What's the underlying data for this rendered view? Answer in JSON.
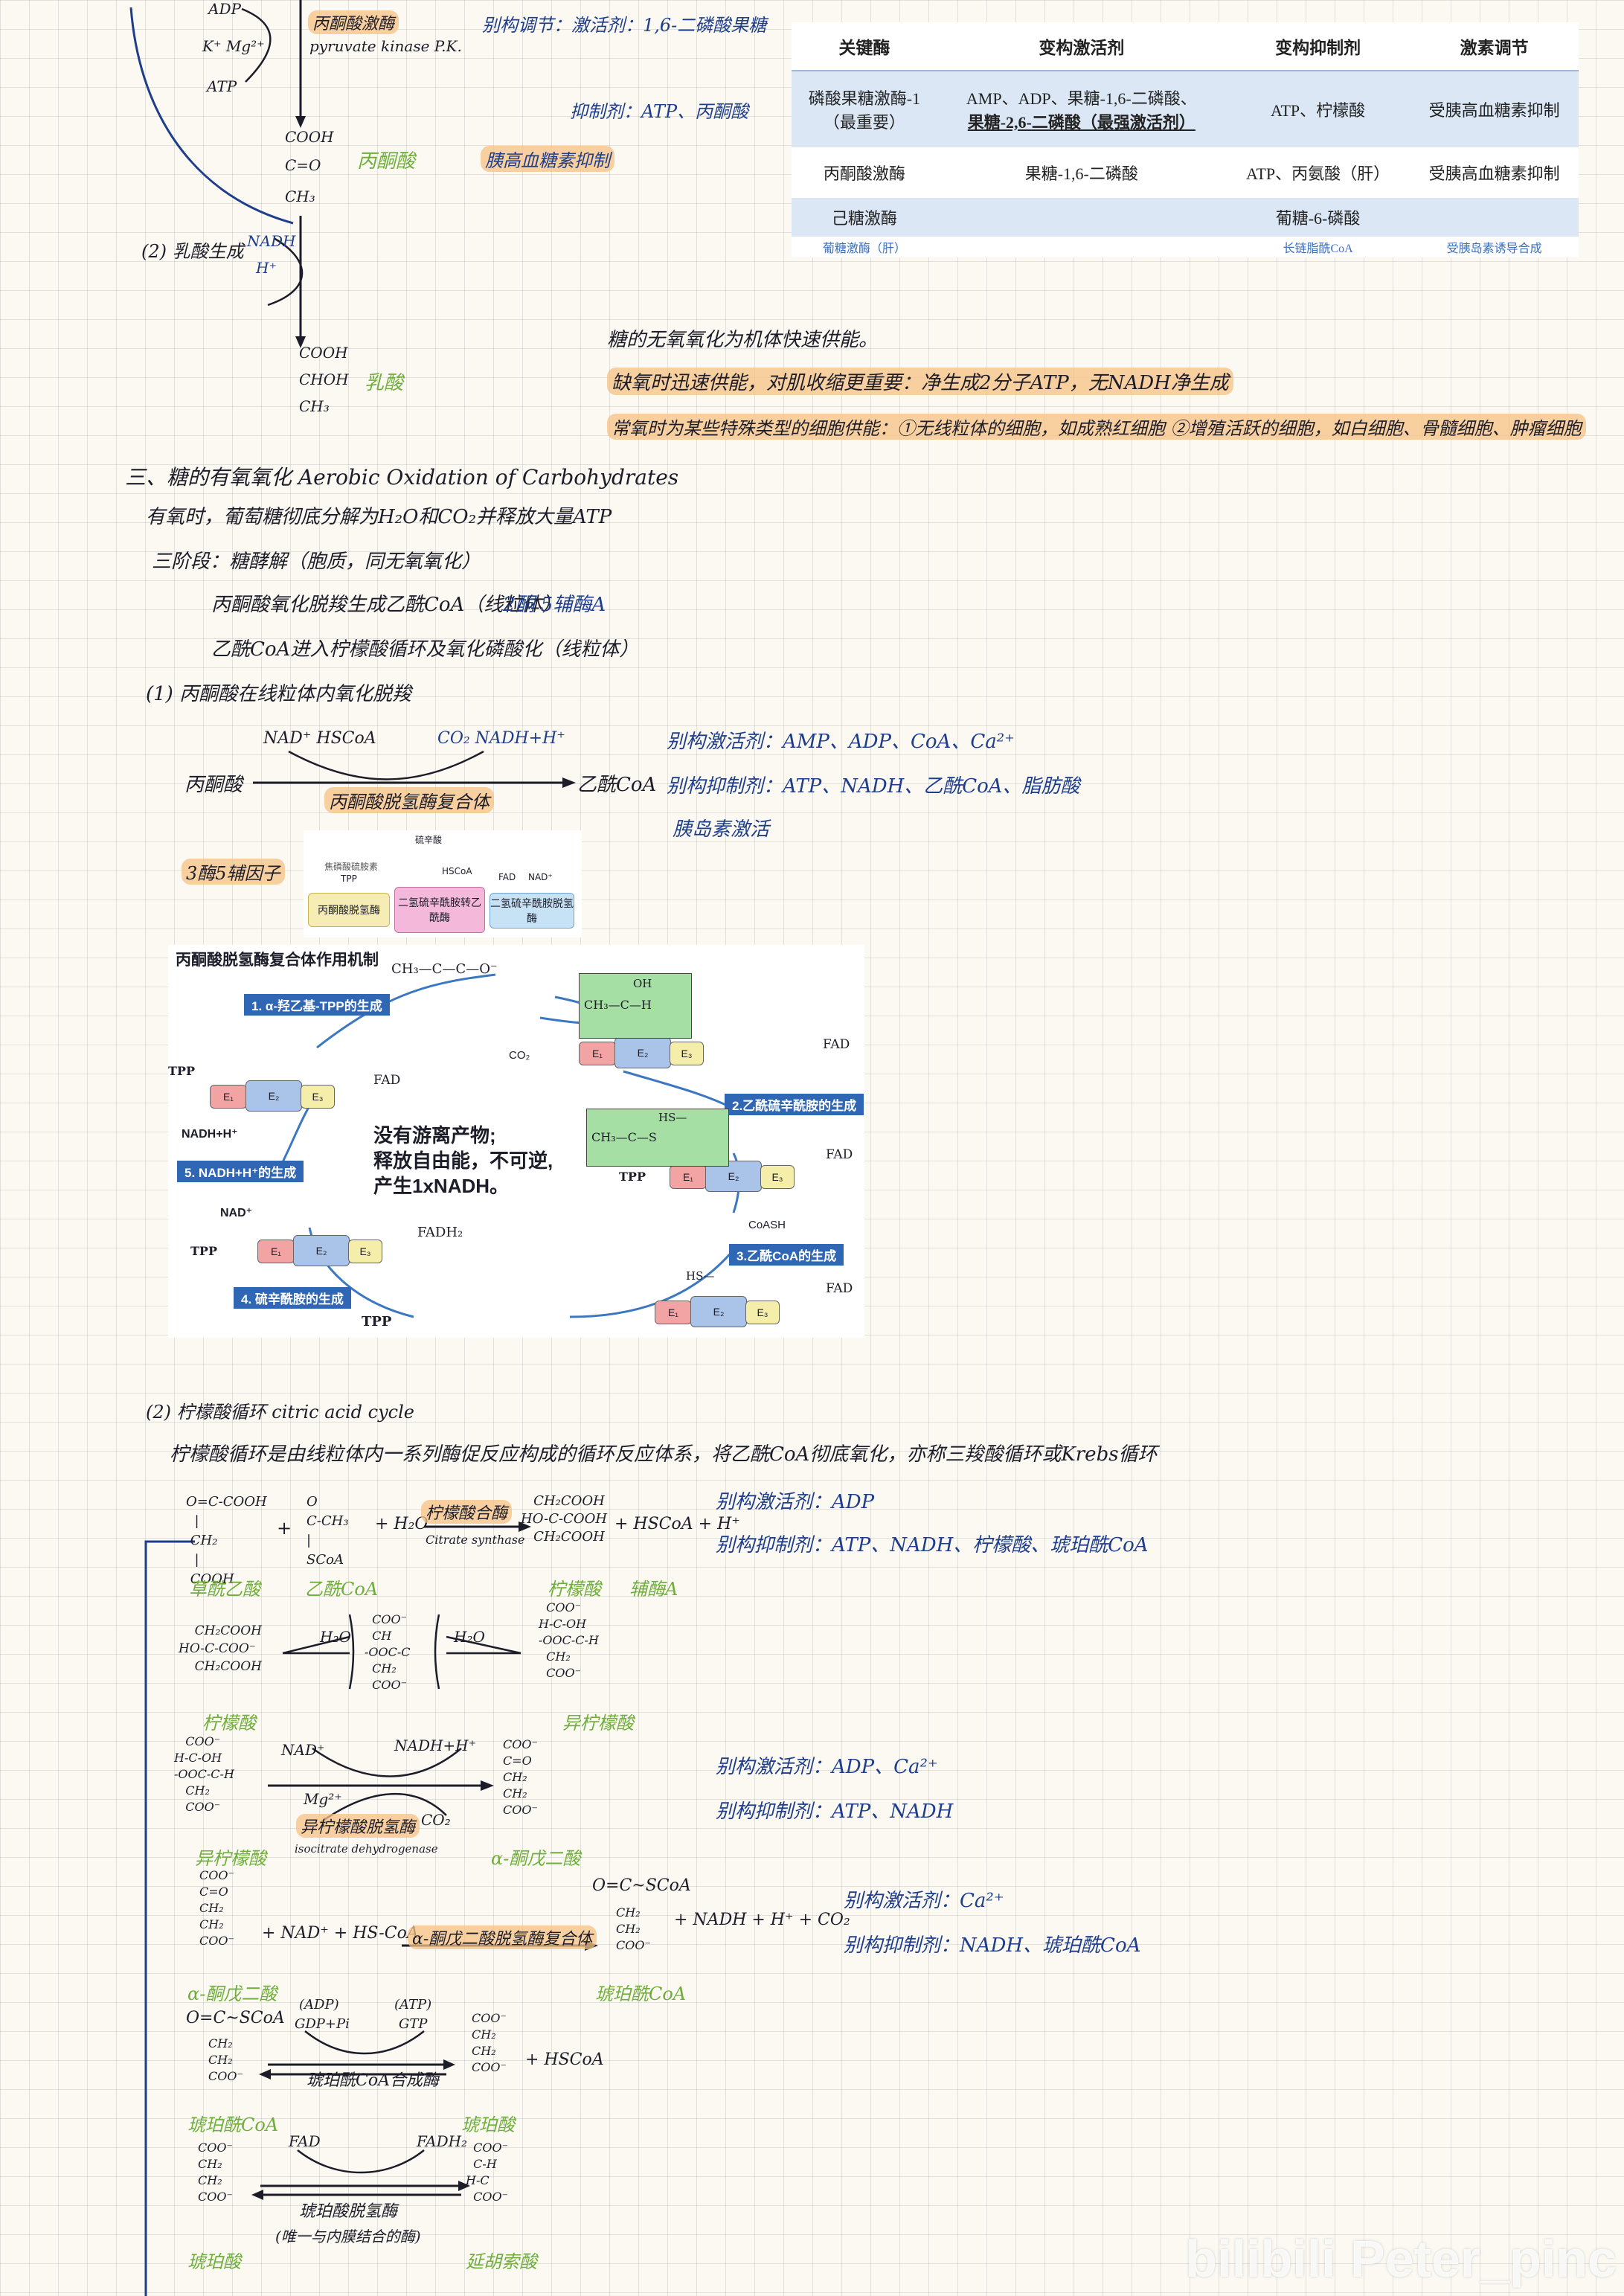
{
  "top": {
    "adp": "ADP",
    "k_mg": "K⁺ Mg²⁺",
    "atp": "ATP",
    "enzyme_cn": "丙酮酸激酶",
    "enzyme_en": "pyruvate kinase P.K.",
    "allosteric": "别构调节：激活剂：1,6-二磷酸果糖",
    "inhibitor": "抑制剂：ATP、丙酮酸",
    "cooh": "COOH",
    "co": "C=O",
    "ch3": "CH₃",
    "pyruvate": "丙酮酸",
    "insulin": "胰高血糖素抑制"
  },
  "lactate": {
    "heading": "(2) 乳酸生成",
    "nadh": "NADH",
    "h": "H⁺",
    "cooh": "COOH",
    "choh": "CHOH",
    "ch3": "CH₃",
    "name": "乳酸"
  },
  "table": {
    "headers": [
      "关键酶",
      "变构激活剂",
      "变构抑制剂",
      "激素调节"
    ],
    "rows": [
      {
        "enzyme": "磷酸果糖激酶-1",
        "enzyme2": "（最重要）",
        "act": "AMP、ADP、果糖-1,6-二磷酸、",
        "act2": "果糖-2,6-二磷酸（最强激活剂）",
        "inh": "ATP、柠檬酸",
        "hormone": "受胰高血糖素抑制"
      },
      {
        "enzyme": "丙酮酸激酶",
        "act": "果糖-1,6-二磷酸",
        "inh": "ATP、丙氨酸（肝）",
        "hormone": "受胰高血糖素抑制"
      },
      {
        "enzyme": "己糖激酶",
        "act": "",
        "inh": "葡糖-6-磷酸",
        "hormone": ""
      },
      {
        "enzyme": "葡糖激酶（肝）",
        "act": "",
        "inh": "长链脂酰CoA",
        "hormone": "受胰岛素诱导合成"
      }
    ]
  },
  "notes": {
    "n1": "糖的无氧氧化为机体快速供能。",
    "n2": "缺氧时迅速供能，对肌收缩更重要：净生成2分子ATP，无NADH净生成",
    "n3": "常氧时为某些特殊类型的细胞供能：①无线粒体的细胞，如成熟红细胞 ②增殖活跃的细胞，如白细胞、骨髓细胞、肿瘤细胞"
  },
  "aerobic": {
    "title": "三、糖的有氧氧化 Aerobic Oxidation of Carbohydrates",
    "line1": "有氧时，葡萄糖彻底分解为H₂O和CO₂并释放大量ATP",
    "line2": "三阶段：糖酵解（胞质，同无氧氧化）",
    "line3a": "丙酮酸氧化脱羧生成乙酰CoA（线粒体）",
    "line3b": "2酮 5辅酶A",
    "line4": "乙酰CoA进入柠檬酸循环及氧化磷酸化（线粒体）",
    "sub1": "(1) 丙酮酸在线粒体内氧化脱羧"
  },
  "pdh": {
    "cof1": "NAD⁺ HSCoA",
    "cof2": "CO₂  NADH+H⁺",
    "substrate": "丙酮酸",
    "product": "乙酰CoA",
    "enzyme": "丙酮酸脱氢酶复合体",
    "act": "别构激活剂：AMP、ADP、CoA、Ca²⁺",
    "inh": "别构抑制剂：ATP、NADH、乙酰CoA、脂肪酸",
    "hormone": "胰岛素激活",
    "coenzyme_label": "3酶5辅因子",
    "fig_small": {
      "tpp_title": "焦磷酸硫胺素",
      "tpp": "TPP",
      "lipo": "硫辛酸",
      "hscoa": "HSCoA",
      "fad": "FAD",
      "nad": "NAD⁺",
      "e1": "丙酮酸脱氢酶",
      "e2": "二氢硫辛酰胺转乙酰酶",
      "e3": "二氢硫辛酰胺脱氢酶"
    },
    "fig": {
      "title": "丙酮酸脱氢酶复合体作用机制",
      "step1": "1. α-羟乙基-TPP的生成",
      "step2": "2.乙酰硫辛酰胺的生成",
      "step3": "3.乙酰CoA的生成",
      "step4": "4. 硫辛酰胺的生成",
      "step5": "5. NADH+H⁺的生成",
      "center1": "没有游离产物;",
      "center2": "释放自由能，不可逆,",
      "center3": "产生1xNADH。",
      "co2": "CO₂",
      "coash": "CoASH",
      "nadh": "NADH+H⁺",
      "nad": "NAD⁺",
      "fadh2": "FADH₂",
      "fad": "FAD",
      "tpp": "TPP",
      "e1": "E₁",
      "e2": "E₂",
      "e3": "E₃",
      "pyr": "CH₃—C—C—O⁻",
      "hs": "HS—",
      "oh": "OH",
      "acetyl": "CH₃—C—S",
      "hydroxy": "CH₃—C—H"
    }
  },
  "tca": {
    "heading": "(2) 柠檬酸循环 citric acid cycle",
    "desc": "柠檬酸循环是由线粒体内一系列酶促反应构成的循环反应体系，将乙酰CoA彻底氧化，亦称三羧酸循环或Krebs循环",
    "r1": {
      "plus1": "+",
      "h2o": "+ H₂O",
      "enzyme": "柠檬酸合酶",
      "enzyme_en": "Citrate synthase",
      "prod": "+ HSCoA + H⁺",
      "s1": "草酰乙酸",
      "s2": "乙酰CoA",
      "p1": "柠檬酸",
      "p2": "辅酶A",
      "act": "别构激活剂：ADP",
      "inh": "别构抑制剂：ATP、NADH、柠檬酸、琥珀酰CoA"
    },
    "r2": {
      "h2o1": "H₂O",
      "h2o2": "H₂O",
      "s": "柠檬酸",
      "p": "异柠檬酸"
    },
    "r3": {
      "nad": "NAD⁺",
      "nadh": "NADH+H⁺",
      "mg": "Mg²⁺",
      "co2": "CO₂",
      "enzyme": "异柠檬酸脱氢酶",
      "enzyme_en": "isocitrate dehydrogenase",
      "s": "异柠檬酸",
      "p": "α-酮戊二酸",
      "act": "别构激活剂：ADP、Ca²⁺",
      "inh": "别构抑制剂：ATP、NADH"
    },
    "r4": {
      "plus": "+ NAD⁺ + HS-CoA",
      "enzyme": "α-酮戊二酸脱氢酶复合体",
      "prod": "+ NADH + H⁺ + CO₂",
      "head": "O=C~SCoA",
      "s": "α-酮戊二酸",
      "p": "琥珀酰CoA",
      "act": "别构激活剂：Ca²⁺",
      "inh": "别构抑制剂：NADH、琥珀酰CoA"
    },
    "r5": {
      "head": "O=C~SCoA",
      "adp": "(ADP)",
      "gdp": "GDP+Pi",
      "atp": "(ATP)",
      "gtp": "GTP",
      "enzyme": "琥珀酰CoA合成酶",
      "prod": "+ HSCoA",
      "s": "琥珀酰CoA",
      "p": "琥珀酸"
    },
    "r6": {
      "fad": "FAD",
      "fadh2": "FADH₂",
      "enzyme": "琥珀酸脱氢酶",
      "enzyme2": "(唯一与内膜结合的酶)",
      "s": "琥珀酸",
      "p": "延胡索酸"
    }
  },
  "watermark": "bilibili Peter_pinc",
  "colors": {
    "ink": "#1d1d2a",
    "blue": "#1e3e8c",
    "green": "#6fae3a",
    "highlight": "#f7c184",
    "grid": "#e6e2d6"
  }
}
